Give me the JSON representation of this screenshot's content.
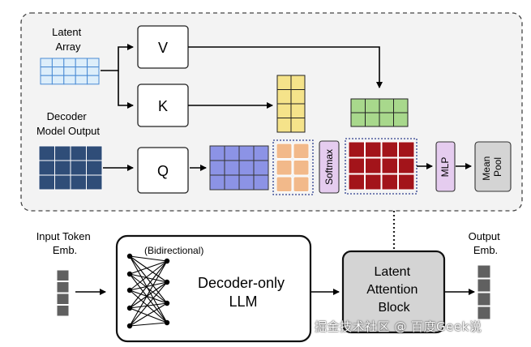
{
  "labels": {
    "latent_array": [
      "Latent",
      "Array"
    ],
    "decoder_output": [
      "Decoder",
      "Model Output"
    ],
    "v": "V",
    "k": "K",
    "q": "Q",
    "softmax": "Softmax",
    "mlp": "MLP",
    "mean_pool": [
      "Mean",
      "Pool"
    ],
    "input_token": [
      "Input Token",
      "Emb."
    ],
    "bidirectional": "(Bidirectional)",
    "decoder_llm": [
      "Decoder-only",
      "LLM"
    ],
    "latent_block": [
      "Latent",
      "Attention",
      "Block"
    ],
    "output_emb": [
      "Output",
      "Emb."
    ]
  },
  "watermark": "掘金技术社区 @ 百度Geek说",
  "colors": {
    "latent_grid": "#ddeefa",
    "latent_grid_stroke": "#4a8bd4",
    "decoder_grid": "#2f4d78",
    "k_grid": "#f5e38a",
    "q_grid": "#8c93e6",
    "attn_grid": "#f2b98a",
    "v_out_grid": "#a8d88c",
    "softmax_out_grid": "#a3141a",
    "purple_box": "#e5ccef",
    "grey_box": "#d4d4d4",
    "token_cell": "#606060"
  }
}
